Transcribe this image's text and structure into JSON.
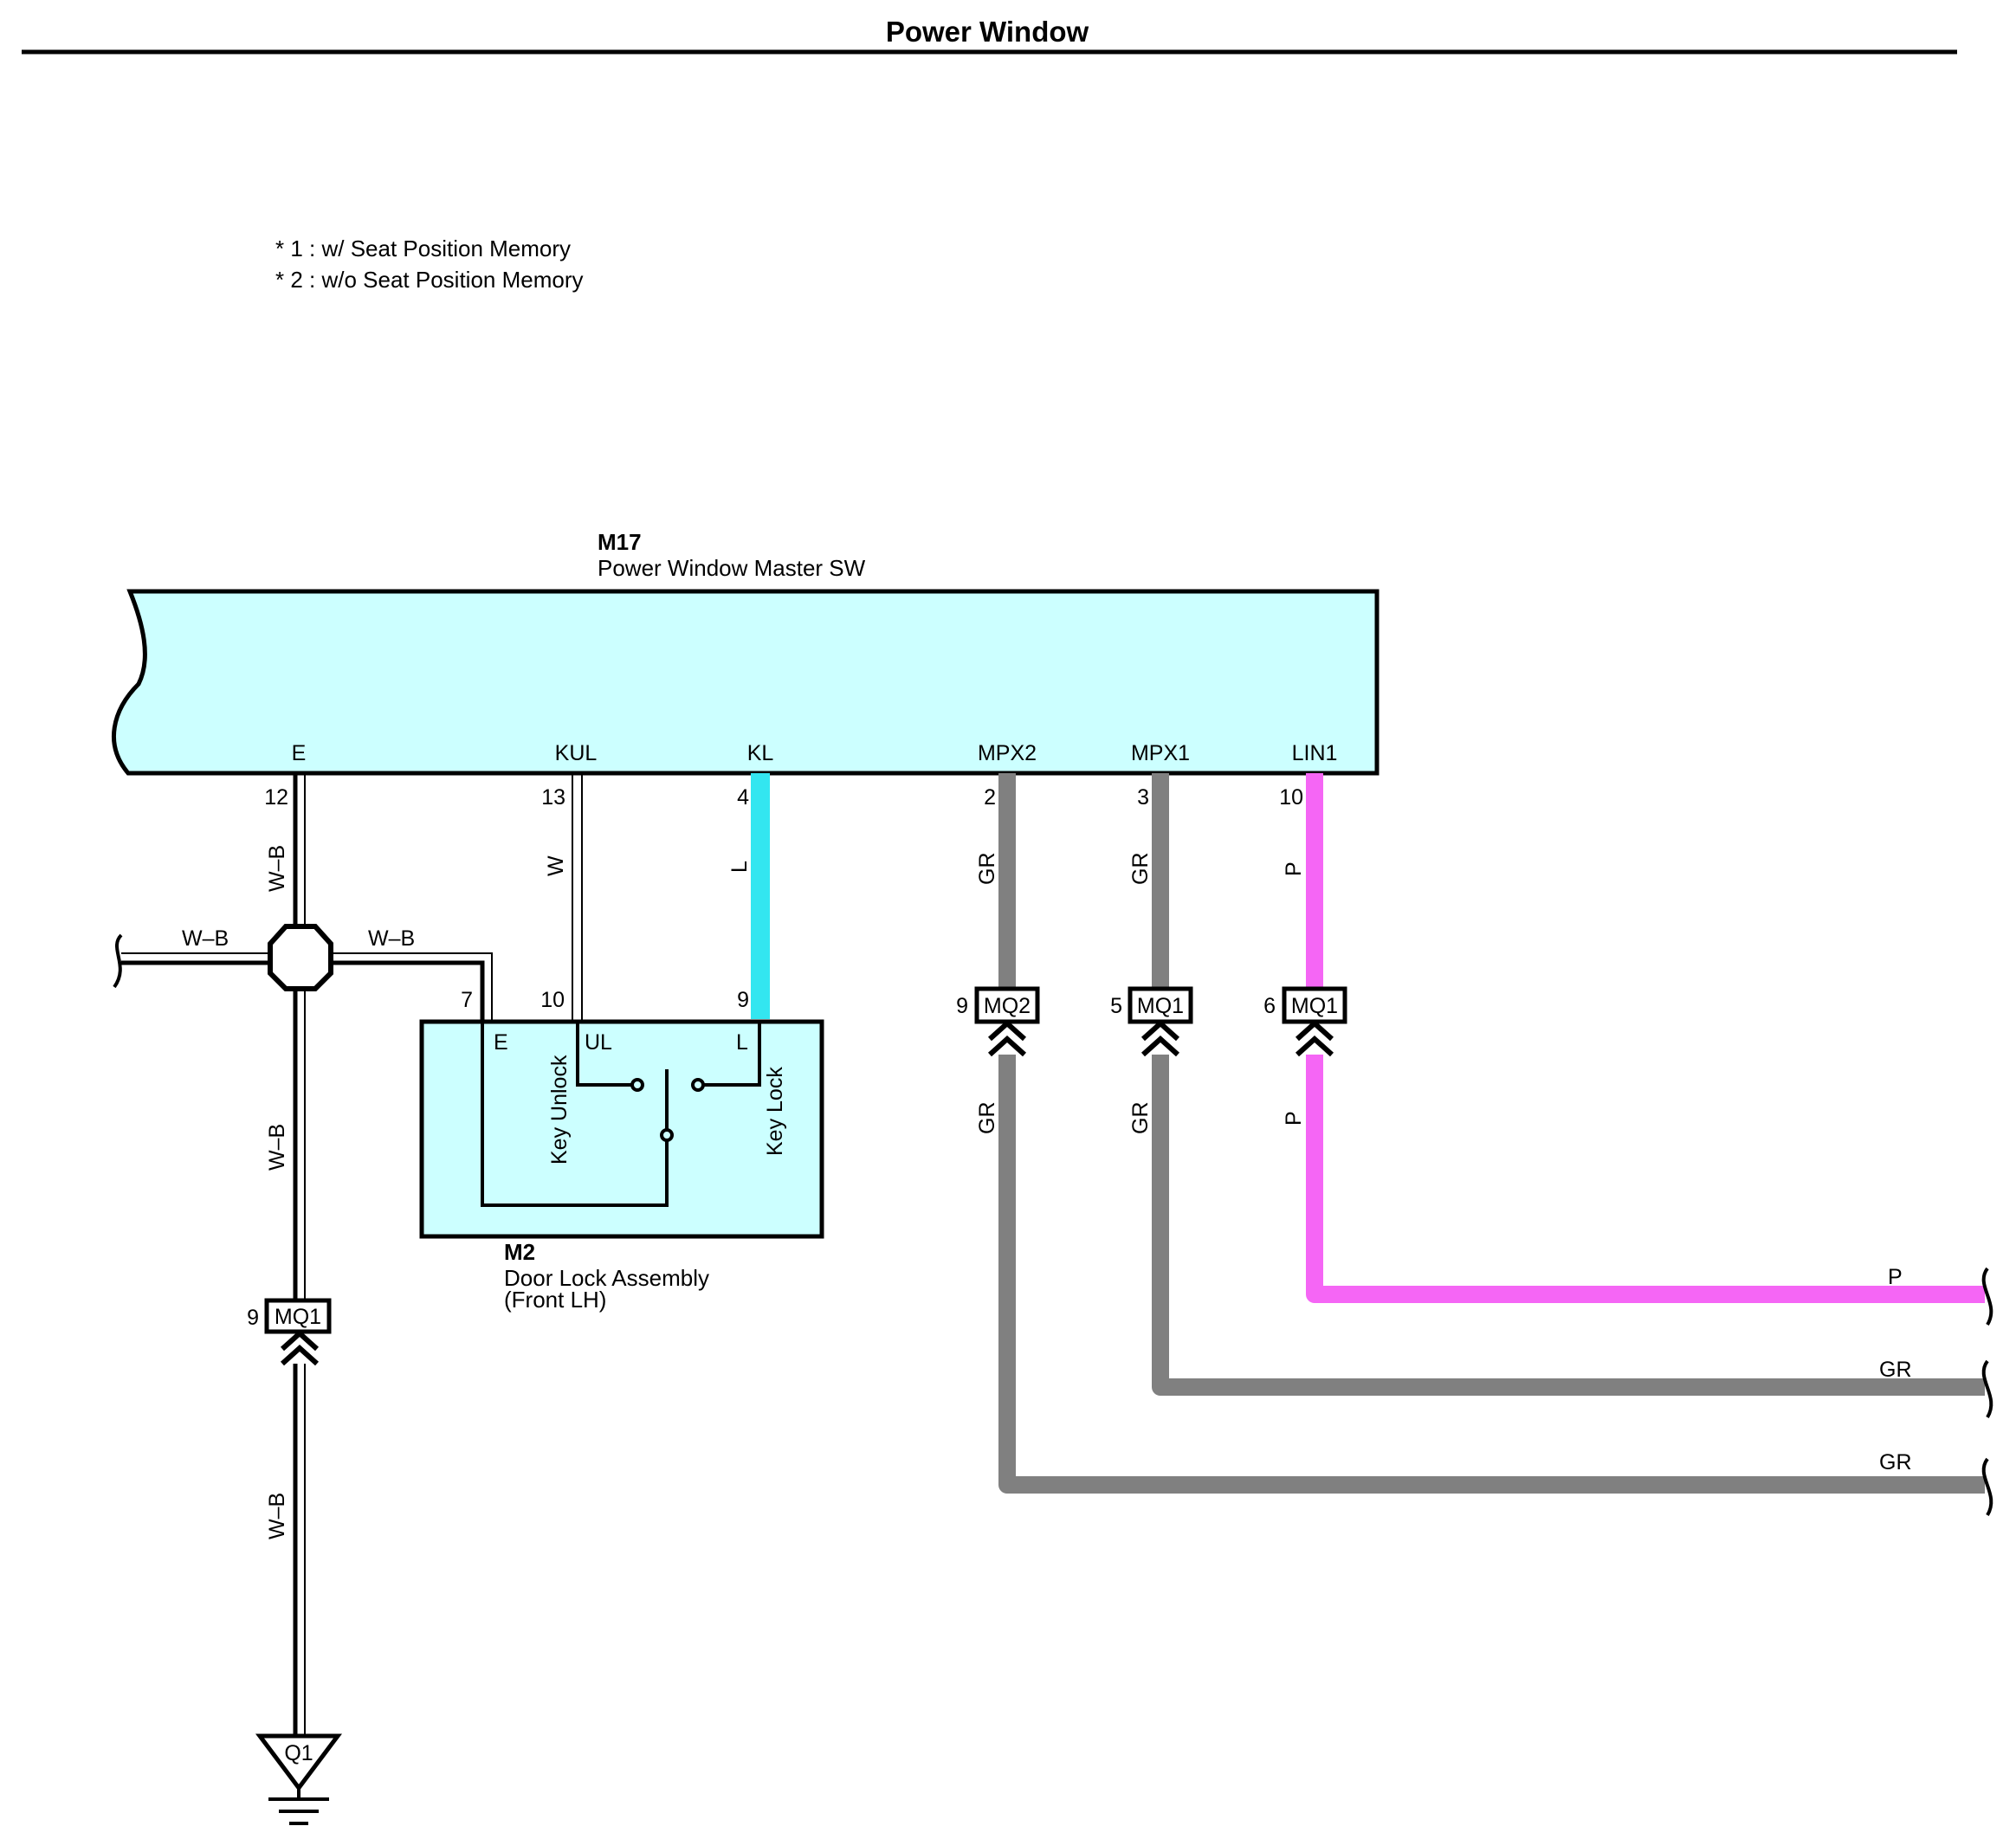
{
  "title": "Power Window",
  "notes": [
    "* 1 : w/ Seat Position Memory",
    "* 2 : w/o Seat Position Memory"
  ],
  "colors": {
    "box_fill": "#ccffff",
    "L": "#33e6f0",
    "GR": "#808080",
    "P": "#f566f5",
    "outline": "#000000"
  },
  "components": {
    "m17": {
      "id": "M17",
      "name": "Power Window Master SW",
      "pins": {
        "e": "E",
        "kul": "KUL",
        "kl": "KL",
        "mpx2": "MPX2",
        "mpx1": "MPX1",
        "lin1": "LIN1"
      },
      "pin_numbers": {
        "e": "12",
        "kul": "13",
        "kl": "4",
        "mpx2": "2",
        "mpx1": "3",
        "lin1": "10"
      }
    },
    "m2": {
      "id": "M2",
      "name_line1": "Door Lock Assembly",
      "name_line2": "(Front LH)",
      "pins": {
        "e": "E",
        "ul": "UL",
        "l": "L"
      },
      "pin_numbers": {
        "e": "7",
        "ul": "10",
        "l": "9"
      },
      "switch_labels": {
        "unlock": "Key Unlock",
        "lock": "Key Lock"
      }
    }
  },
  "wires": {
    "wb": "W–B",
    "w": "W",
    "l": "L",
    "gr": "GR",
    "p": "P"
  },
  "connectors": {
    "mq2": {
      "label": "MQ2",
      "pin": "9"
    },
    "mq1_mpx1": {
      "label": "MQ1",
      "pin": "5"
    },
    "mq1_lin1": {
      "label": "MQ1",
      "pin": "6"
    },
    "mq1_ground": {
      "label": "MQ1",
      "pin": "9"
    }
  },
  "ground": {
    "label": "Q1"
  }
}
